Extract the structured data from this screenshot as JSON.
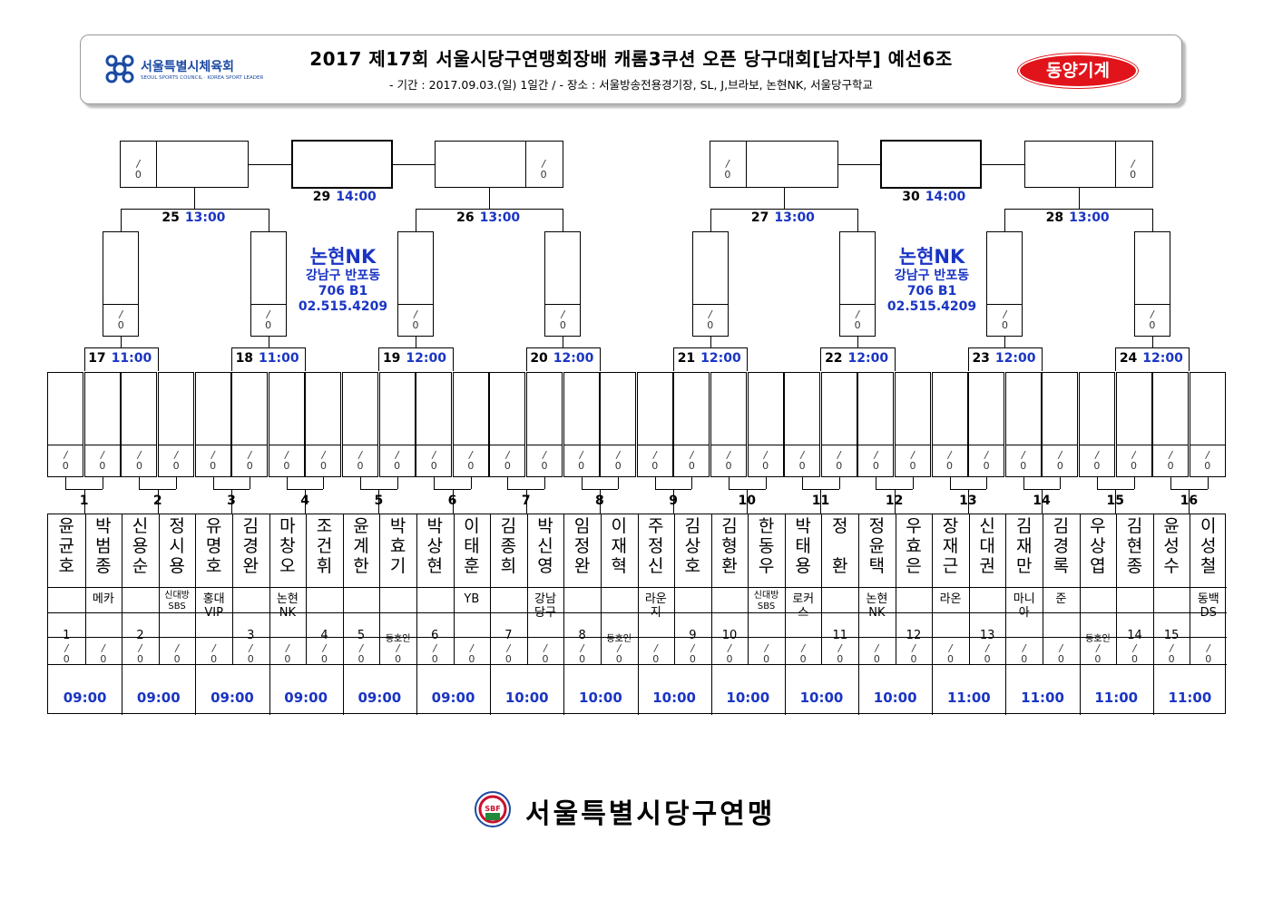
{
  "header": {
    "title": "2017 제17회 서울시당구연맹회장배 캐롬3쿠션 오픈 당구대회[남자부] 예선6조",
    "subtitle": "- 기간 : 2017.09.03.(일) 1일간 / - 장소 : 서울방송전용경기장, SL, J,브라보, 논현NK, 서울당구학교",
    "logo_left": "서울특별시체육회",
    "logo_left_sub": "SEOUL SPORTS COUNCIL · KOREA SPORT LEADER",
    "logo_right": "동양기계"
  },
  "score_placeholder": "/ 0",
  "final_matches": [
    {
      "num": "29",
      "time": "14:00"
    },
    {
      "num": "30",
      "time": "14:00"
    }
  ],
  "semi_matches": [
    {
      "num": "25",
      "time": "13:00"
    },
    {
      "num": "26",
      "time": "13:00"
    },
    {
      "num": "27",
      "time": "13:00"
    },
    {
      "num": "28",
      "time": "13:00"
    }
  ],
  "quarter_matches": [
    {
      "num": "17",
      "time": "11:00"
    },
    {
      "num": "18",
      "time": "11:00"
    },
    {
      "num": "19",
      "time": "12:00"
    },
    {
      "num": "20",
      "time": "12:00"
    },
    {
      "num": "21",
      "time": "12:00"
    },
    {
      "num": "22",
      "time": "12:00"
    },
    {
      "num": "23",
      "time": "12:00"
    },
    {
      "num": "24",
      "time": "12:00"
    }
  ],
  "venue": {
    "name": "논현NK",
    "address1": "강남구 반포동",
    "address2": "706 B1",
    "phone": "02.515.4209"
  },
  "first_round": [
    {
      "num": "1",
      "time": "09:00"
    },
    {
      "num": "2",
      "time": "09:00"
    },
    {
      "num": "3",
      "time": "09:00"
    },
    {
      "num": "4",
      "time": "09:00"
    },
    {
      "num": "5",
      "time": "09:00"
    },
    {
      "num": "6",
      "time": "09:00"
    },
    {
      "num": "7",
      "time": "10:00"
    },
    {
      "num": "8",
      "time": "10:00"
    },
    {
      "num": "9",
      "time": "10:00"
    },
    {
      "num": "10",
      "time": "10:00"
    },
    {
      "num": "11",
      "time": "10:00"
    },
    {
      "num": "12",
      "time": "10:00"
    },
    {
      "num": "13",
      "time": "11:00"
    },
    {
      "num": "14",
      "time": "11:00"
    },
    {
      "num": "15",
      "time": "11:00"
    },
    {
      "num": "16",
      "time": "11:00"
    }
  ],
  "players": [
    {
      "name": "윤균호",
      "club": "",
      "seed": "1"
    },
    {
      "name": "박범종",
      "club": "메카",
      "seed": ""
    },
    {
      "name": "신용순",
      "club": "",
      "seed": "2"
    },
    {
      "name": "정시용",
      "club": "신대방 SBS",
      "seed": ""
    },
    {
      "name": "유명호",
      "club": "홍대 VIP",
      "seed": ""
    },
    {
      "name": "김경완",
      "club": "",
      "seed": "3"
    },
    {
      "name": "마창오",
      "club": "논현 NK",
      "seed": ""
    },
    {
      "name": "조건휘",
      "club": "",
      "seed": "4"
    },
    {
      "name": "윤계한",
      "club": "",
      "seed": "5"
    },
    {
      "name": "박효기",
      "club": "",
      "seed": "동호인"
    },
    {
      "name": "박상현",
      "club": "",
      "seed": "6"
    },
    {
      "name": "이태훈",
      "club": "YB",
      "seed": ""
    },
    {
      "name": "김종희",
      "club": "",
      "seed": "7"
    },
    {
      "name": "박신영",
      "club": "강남 당구",
      "seed": ""
    },
    {
      "name": "임정완",
      "club": "",
      "seed": "8"
    },
    {
      "name": "이재혁",
      "club": "",
      "seed": "동호인"
    },
    {
      "name": "주정신",
      "club": "라운 지",
      "seed": ""
    },
    {
      "name": "김상호",
      "club": "",
      "seed": "9"
    },
    {
      "name": "김형환",
      "club": "",
      "seed": "10"
    },
    {
      "name": "한동우",
      "club": "신대방 SBS",
      "seed": ""
    },
    {
      "name": "박태용",
      "club": "로커 스",
      "seed": ""
    },
    {
      "name": "정 환",
      "club": "",
      "seed": "11"
    },
    {
      "name": "정윤택",
      "club": "논현 NK",
      "seed": ""
    },
    {
      "name": "우효은",
      "club": "",
      "seed": "12"
    },
    {
      "name": "장재근",
      "club": "라온",
      "seed": ""
    },
    {
      "name": "신대권",
      "club": "",
      "seed": "13"
    },
    {
      "name": "김재만",
      "club": "마니 아",
      "seed": ""
    },
    {
      "name": "김경록",
      "club": "준",
      "seed": ""
    },
    {
      "name": "우상엽",
      "club": "",
      "seed": "동호인"
    },
    {
      "name": "김현종",
      "club": "",
      "seed": "14"
    },
    {
      "name": "윤성수",
      "club": "",
      "seed": "15"
    },
    {
      "name": "이성철",
      "club": "동백 DS",
      "seed": ""
    }
  ],
  "footer": {
    "org": "서울특별시당구연맹",
    "emblem": "SBF"
  },
  "colors": {
    "accent_blue": "#1a35c4",
    "brand_red": "#e1141b"
  }
}
